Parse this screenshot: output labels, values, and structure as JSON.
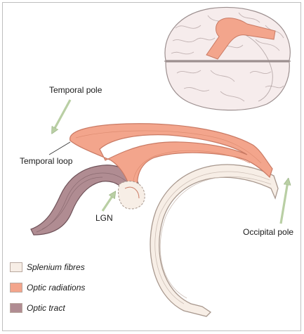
{
  "labels": {
    "temporal_pole": "Temporal pole",
    "temporal_loop": "Temporal loop",
    "lgn": "LGN",
    "occipital_pole": "Occipital pole"
  },
  "legend": [
    {
      "label": "Splenium fibres",
      "color": "#f7eee6"
    },
    {
      "label": "Optic radiations",
      "color": "#f3a58c"
    },
    {
      "label": "Optic tract",
      "color": "#b08c92"
    }
  ],
  "colors": {
    "brain_fill": "#f6ecec",
    "brain_line": "#9c8f8f",
    "arrow": "#b9cfa4",
    "radiation_stroke": "#c97a64",
    "tract_stroke": "#6f5259",
    "splenium_stroke": "#a8988e"
  }
}
